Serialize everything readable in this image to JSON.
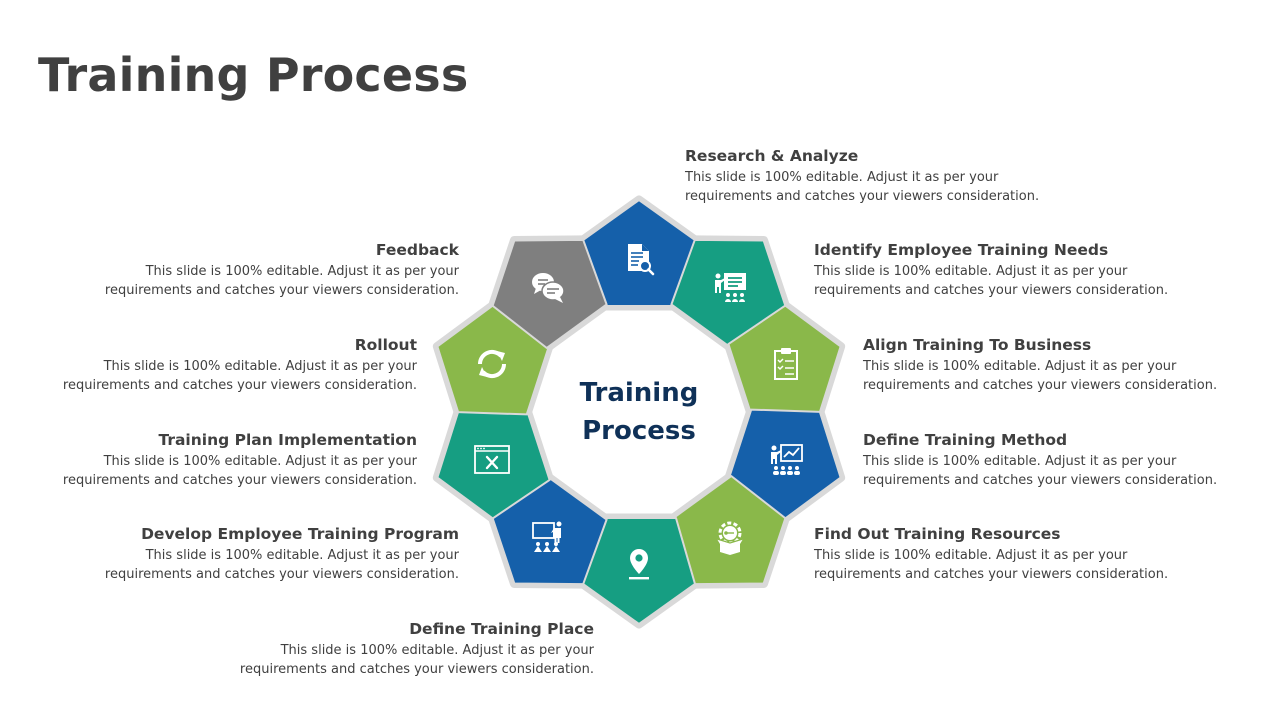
{
  "title": "Training Process",
  "center": {
    "line1": "Training",
    "line2": "Process"
  },
  "colors": {
    "blue": "#1560AA",
    "teal": "#169E82",
    "green": "#8AB84A",
    "gray": "#7F7F7F",
    "border": "#D9D9D9",
    "center_text": "#0F3158",
    "body_text": "#404040"
  },
  "steps": [
    {
      "title": "Research & Analyze",
      "desc_line1": "This slide is 100% editable. Adjust it as per your",
      "desc_line2": "requirements and catches your viewers consideration.",
      "color": "blue",
      "icon": "document-search-icon"
    },
    {
      "title": "Identify Employee Training Needs",
      "desc_line1": "This slide is 100% editable. Adjust it as per your",
      "desc_line2": "requirements and catches your viewers consideration.",
      "color": "teal",
      "icon": "presenter-board-icon"
    },
    {
      "title": "Align Training To Business",
      "desc_line1": "This slide is 100% editable. Adjust it as per your",
      "desc_line2": "requirements and catches your viewers consideration.",
      "color": "green",
      "icon": "clipboard-checklist-icon"
    },
    {
      "title": "Define Training Method",
      "desc_line1": "This slide is 100% editable. Adjust it as per your",
      "desc_line2": "requirements and catches your viewers consideration.",
      "color": "blue",
      "icon": "presentation-chart-icon"
    },
    {
      "title": "Find Out Training Resources",
      "desc_line1": "This slide is 100% editable. Adjust it as per your",
      "desc_line2": "requirements and catches your viewers consideration.",
      "color": "green",
      "icon": "resources-gear-box-icon"
    },
    {
      "title": "Define Training Place",
      "desc_line1": "This slide is 100% editable. Adjust it as per your",
      "desc_line2": "requirements and catches your viewers consideration.",
      "color": "teal",
      "icon": "location-pin-icon"
    },
    {
      "title": "Develop Employee Training Program",
      "desc_line1": "This slide is 100% editable. Adjust it as per your",
      "desc_line2": "requirements and catches your viewers consideration.",
      "color": "blue",
      "icon": "classroom-icon"
    },
    {
      "title": "Training Plan Implementation",
      "desc_line1": "This slide is 100% editable. Adjust it as per your",
      "desc_line2": "requirements and catches your viewers consideration.",
      "color": "teal",
      "icon": "tools-window-icon"
    },
    {
      "title": "Rollout",
      "desc_line1": "This slide is 100% editable. Adjust it as per your",
      "desc_line2": "requirements and catches your viewers consideration.",
      "color": "green",
      "icon": "refresh-arrows-icon"
    },
    {
      "title": "Feedback",
      "desc_line1": "This slide is 100% editable. Adjust it as per your",
      "desc_line2": "requirements and catches your viewers consideration.",
      "color": "gray",
      "icon": "chat-bubbles-icon"
    }
  ]
}
